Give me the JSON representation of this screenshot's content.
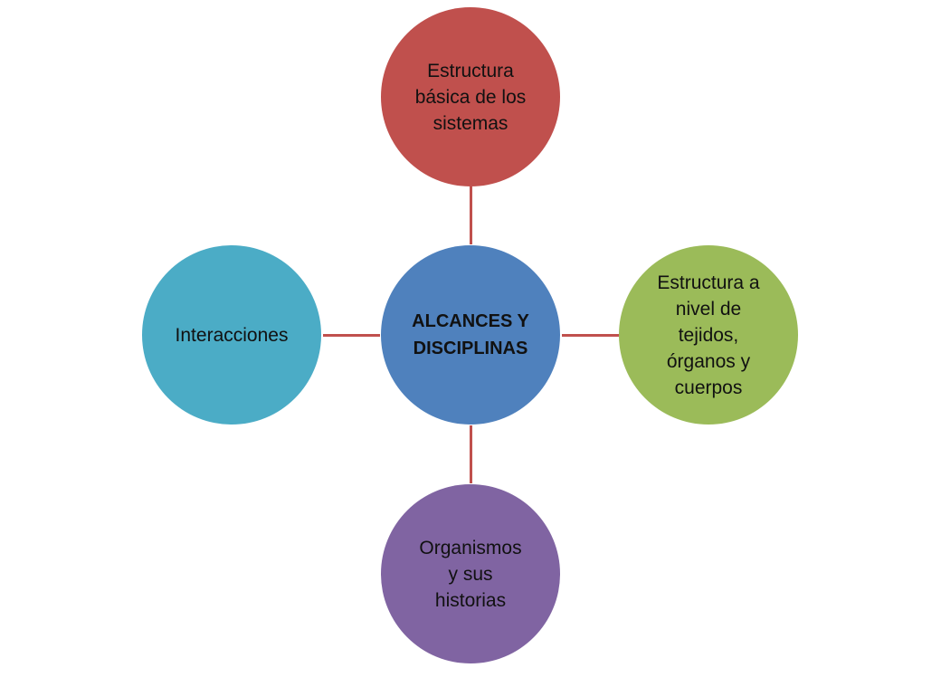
{
  "diagram": {
    "center": {
      "label": "ALCANCES Y\nDISCIPLINAS",
      "color": "#4f81bd"
    },
    "top": {
      "label": "Estructura\nbásica de los\nsistemas",
      "color": "#c0504d"
    },
    "right": {
      "label": "Estructura a\nnivel de\ntejidos,\nórganos y\ncuerpos",
      "color": "#9bbb59"
    },
    "bottom": {
      "label": "Organismos\ny sus\nhistorias",
      "color": "#8064a2"
    },
    "left": {
      "label": "Interacciones",
      "color": "#4bacc6"
    },
    "connector_color": "#c0504d"
  }
}
